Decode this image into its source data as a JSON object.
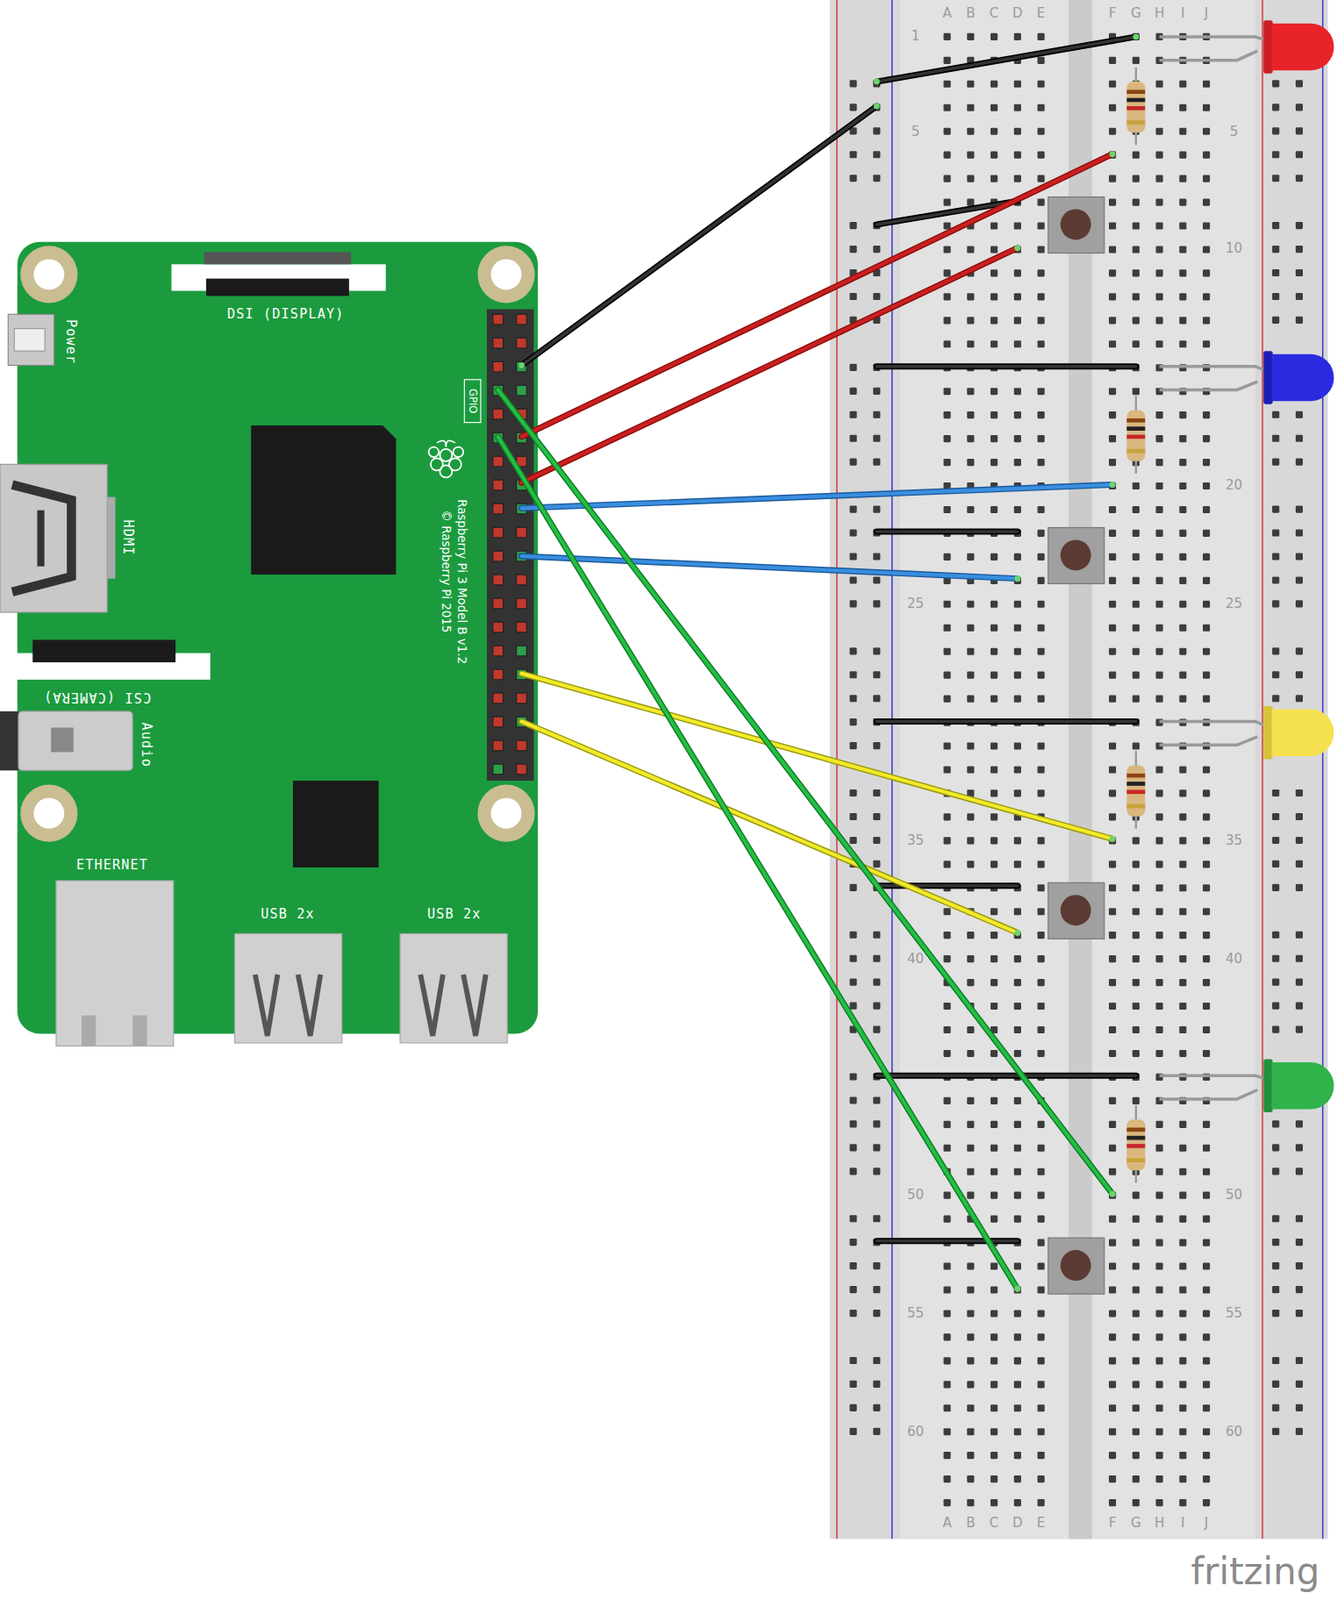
{
  "diagram": {
    "labels": [
      "DSI (DISPLAY)",
      "Power",
      "HDMI",
      "CSI (CAMERA)",
      "Audio",
      "GPIO",
      "Raspberry Pi 3 Model B v1.2",
      "© Raspberry Pi 2015",
      "ETHERNET",
      "USB 2x",
      "USB 2x",
      "A",
      "B",
      "C",
      "D",
      "E",
      "F",
      "G",
      "H",
      "I",
      "J",
      "A",
      "B",
      "C",
      "D",
      "E",
      "F",
      "G",
      "H",
      "I",
      "J",
      "1",
      "5",
      "25",
      "35",
      "40",
      "50",
      "55",
      "60",
      "5",
      "10",
      "20",
      "25",
      "35",
      "40",
      "50",
      "55",
      "60",
      "fritzing"
    ]
  }
}
